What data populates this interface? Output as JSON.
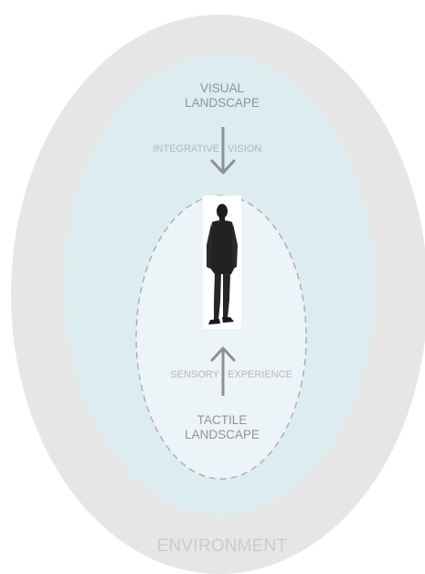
{
  "diagram": {
    "outer_label": "ENVIRONMENT",
    "middle_label_line1": "VISUAL",
    "middle_label_line2": "LANDSCAPE",
    "inner_label_line1": "TACTILE",
    "inner_label_line2": "LANDSCAPE",
    "top_arrow_label_left": "INTEGRATIVE",
    "top_arrow_label_right": "VISION",
    "bottom_arrow_label_left": "SENSORY",
    "bottom_arrow_label_right": "EXPERIENCE",
    "figure": "standing-person-figure"
  },
  "colors": {
    "environment_fill": "#e6e6e6",
    "visual_fill": "#dcecf1",
    "tactile_fill": "#ecf4f7",
    "dashed_border": "#a9adb0",
    "arrow": "#8d9194",
    "label_dark": "#8f9397",
    "label_light": "#b3b7ba",
    "environment_label": "#c9cbcd"
  }
}
